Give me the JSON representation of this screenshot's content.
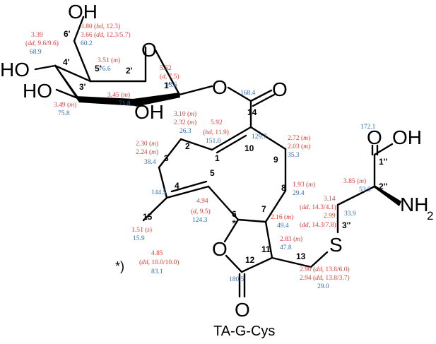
{
  "title": "TA-G-Cys",
  "colors": {
    "proton": "#e0403a",
    "carbon": "#2f6fb3",
    "structure": "#000000"
  },
  "atoms": {
    "oh_top": "OH",
    "ho_left": "HO",
    "ho_mid": "HO",
    "oh_bottom": "OH",
    "o_ring": "O",
    "o_glyc": "O",
    "o_ester": "O",
    "o_lactone": "O",
    "o_lactone_co": "O",
    "cooh_oh": "OH",
    "cooh_o": "O",
    "s": "S",
    "nh": "NH",
    "nh_sub": "2",
    "stereo_mark": "*"
  },
  "numbering": {
    "c6p": "6'",
    "c5p": "5'",
    "c4p": "4'",
    "c3p": "3'",
    "c2p": "2'",
    "c1p": "1'",
    "c14": "14",
    "c1": "1",
    "c2": "2",
    "c3": "3",
    "c4": "4",
    "c5": "5",
    "c6": "6",
    "c7": "7",
    "c8": "8",
    "c9": "9",
    "c10": "10",
    "c11": "11",
    "c12": "12",
    "c13": "13",
    "c15": "15",
    "c1pp": "1''",
    "c2pp": "2''",
    "c3pp": "3''"
  },
  "nmr": {
    "h6p_a": "3.80",
    "h6p_a_mult": "(bd, 12.3)",
    "h6p_b": "3.66",
    "h6p_b_mult": "(dd, 12.3/5.7)",
    "c6p": "60.2",
    "h4p": "3.39",
    "h4p_mult": "(dd, 9.6/9.6)",
    "c4p": "68.9",
    "h5p": "3.51",
    "h5p_mult": "(m)",
    "c5p": "76.6",
    "h1p": "5.52",
    "h1p_mult": "(d, 7.5)",
    "c1p": "93.6",
    "h2p": "3.45",
    "h2p_mult": "(m)",
    "c2p": "71.8",
    "h3p": "3.49",
    "h3p_mult": "(m)",
    "c3p": "75.8",
    "c14": "168.4",
    "h2_a": "3.10",
    "h2_a_mult": "(m)",
    "h2_b": "2.32",
    "h2_b_mult": "(m)",
    "c2": "26.3",
    "h1": "5.92",
    "h1_mult": "(bd, 11.9)",
    "c1": "151.0",
    "c10": "129.7",
    "h9_a": "2.72",
    "h9_a_mult": "(m)",
    "h9_b": "2.03",
    "h9_b_mult": "(m)",
    "c9": "35.3",
    "h3_a": "2.30",
    "h3_a_mult": "(m)",
    "h3_b": "2.24",
    "h3_b_mult": "(m)",
    "c3": "38.4",
    "c4": "144.5",
    "h5": "4.94",
    "h5_mult": "(d, 9.5)",
    "c5": "124.3",
    "h8": "1.93",
    "h8_mult": "(m)",
    "c8": "29.4",
    "h7": "2.16",
    "h7_mult": "(m)",
    "c7": "49.4",
    "h15": "1.51",
    "h15_mult": "(s)",
    "c15": "15.9",
    "h11": "2.83",
    "h11_mult": "(m)",
    "c11": "47.8",
    "h6": "4.85",
    "h6_mult": "(dd, 10.0/10.0)",
    "c6": "83.1",
    "c12": "180.5",
    "h13_a": "2.90",
    "h13_a_mult": "(dd, 13.8/6.0)",
    "h13_b": "2.94",
    "h13_b_mult": "(dd, 13.8/3.7)",
    "c13": "29.0",
    "c1pp": "172.1",
    "h2pp": "3.85",
    "h2pp_mult": "(m)",
    "c2pp": "53.5",
    "h3pp_a": "3.14",
    "h3pp_a_mult": "(dd, 14.3/4.1)",
    "h3pp_b": "2.99",
    "h3pp_b_mult": "(dd, 14.3/7.8)",
    "c3pp": "33.9",
    "footnote_mark": "*)"
  }
}
